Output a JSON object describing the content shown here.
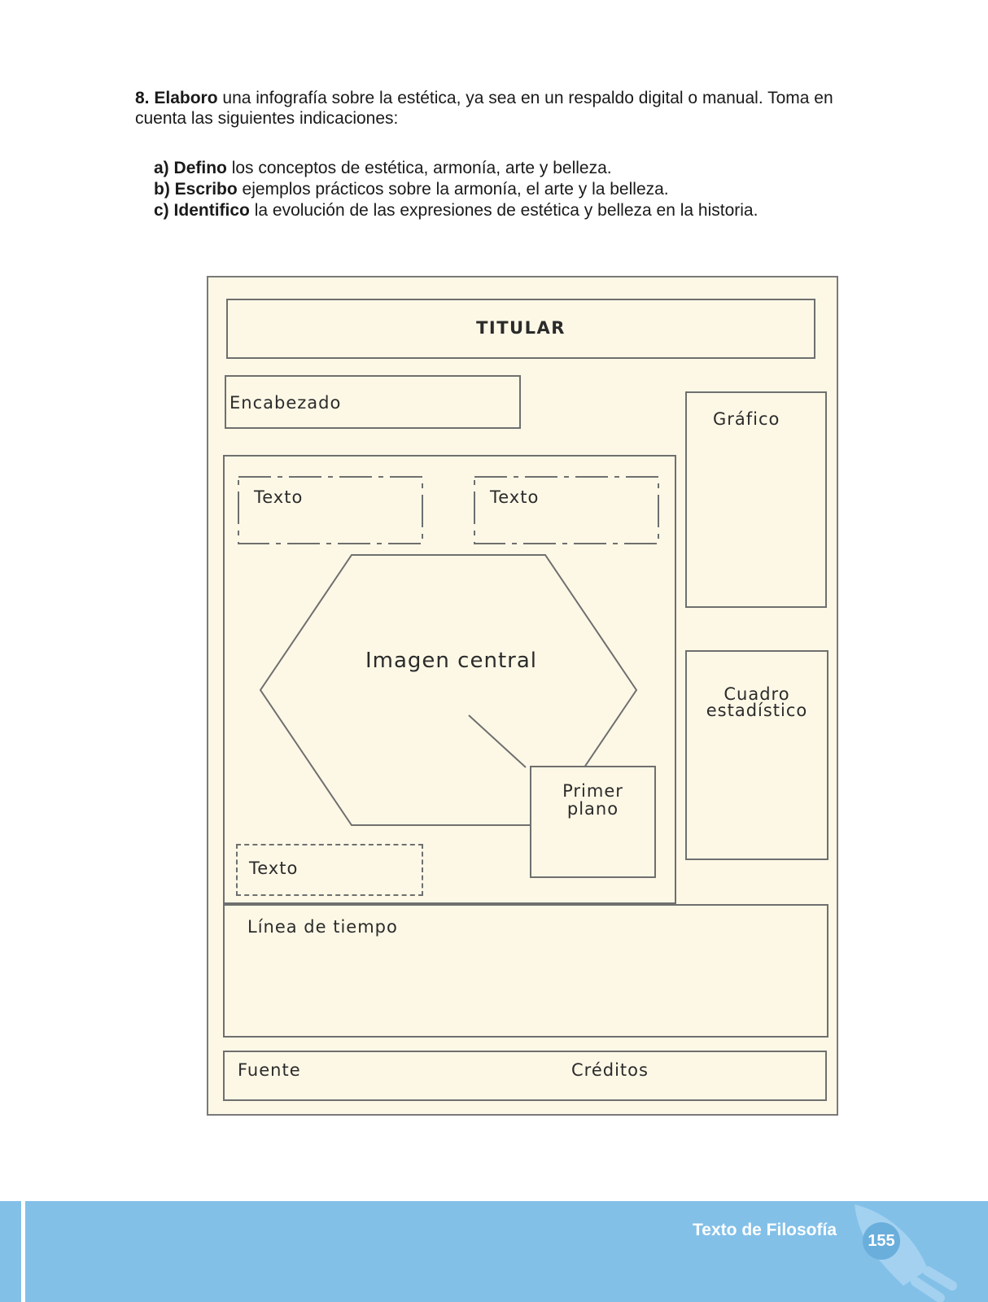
{
  "instructions": {
    "number": "8.",
    "verb": "Elaboro",
    "text": "una infografía sobre la estética, ya sea en un respaldo digital o manual. Toma en cuenta las siguientes indicaciones:",
    "items": [
      {
        "marker": "a)",
        "verb": "Defino",
        "text": "los conceptos de estética, armonía, arte y belleza."
      },
      {
        "marker": "b)",
        "verb": "Escribo",
        "text": "ejemplos prácticos sobre la armonía, el arte y la belleza."
      },
      {
        "marker": "c)",
        "verb": "Identifico",
        "text": "la evolución de las expresiones de estética y belleza en la historia."
      }
    ]
  },
  "infographic": {
    "titular": "TITULAR",
    "encabezado": "Encabezado",
    "grafico": "Gráfico",
    "texto_1": "Texto",
    "texto_2": "Texto",
    "texto_3": "Texto",
    "imagen_central": "Imagen central",
    "primer_plano": [
      "Primer",
      "plano"
    ],
    "cuadro_estadistico": [
      "Cuadro",
      "estadístico"
    ],
    "linea_de_tiempo": "Línea de tiempo",
    "fuente": "Fuente",
    "creditos": "Créditos"
  },
  "footer": {
    "title": "Texto de Filosofía",
    "page_number": "155",
    "bar_color": "#82c0e8",
    "icon": "rocket-icon"
  }
}
